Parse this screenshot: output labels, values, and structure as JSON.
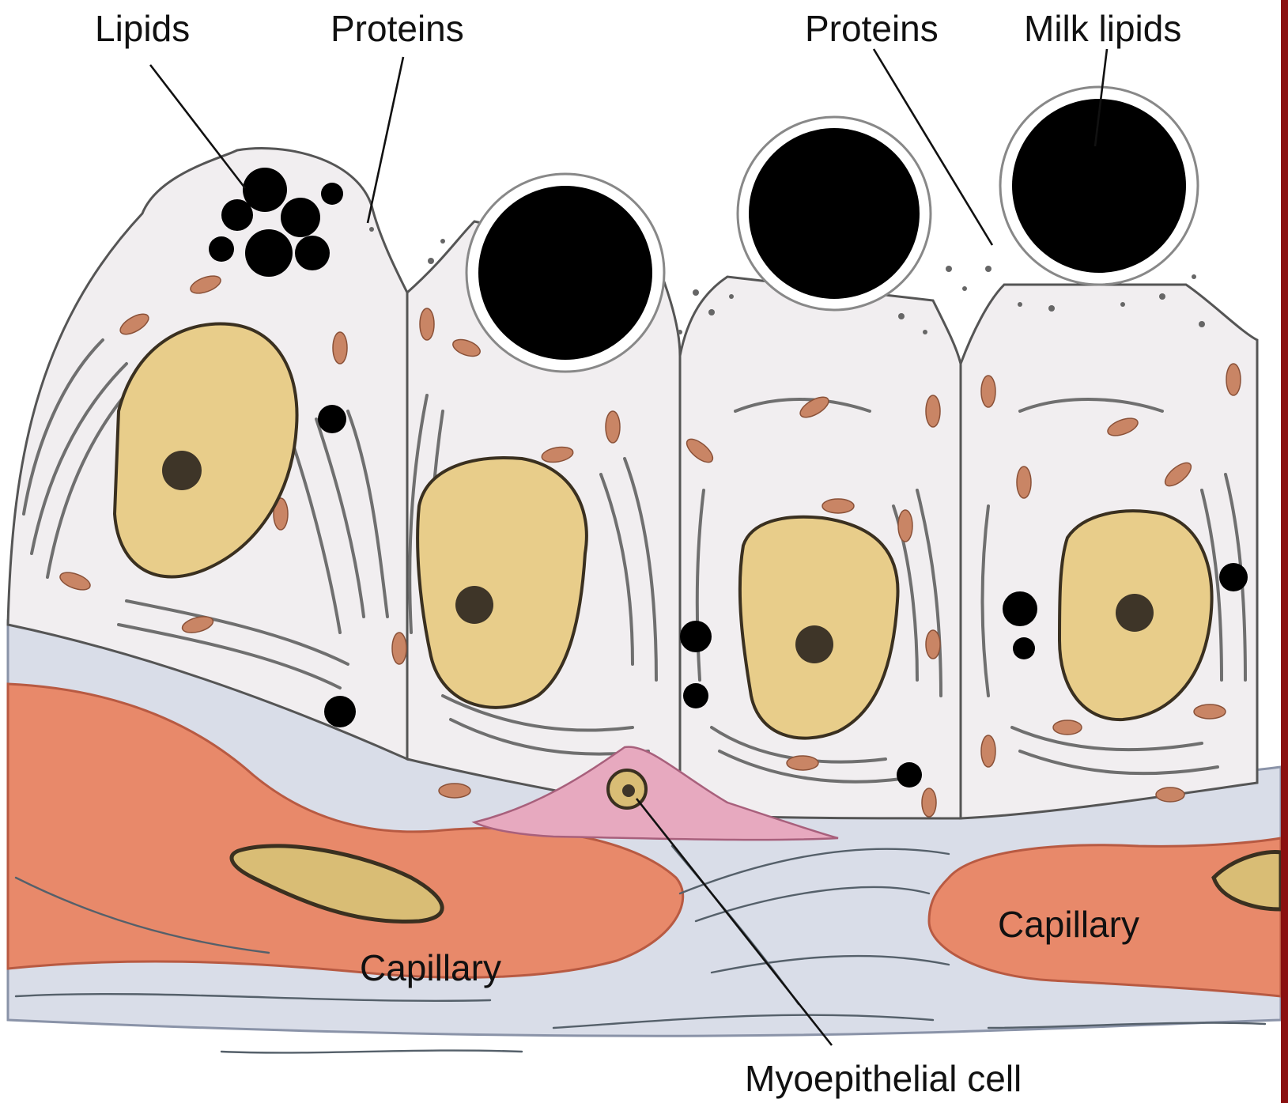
{
  "labels": {
    "lipids": "Lipids",
    "proteins_left": "Proteins",
    "proteins_right": "Proteins",
    "milk_lipids": "Milk lipids",
    "capillary_left": "Capillary",
    "capillary_right": "Capillary",
    "myoepithelial": "Myoepithelial cell"
  },
  "colors": {
    "background": "#ffffff",
    "cytoplasm": "#f1eeef",
    "nucleus": "#e8cd8a",
    "lipid": "#000000",
    "mitochondria": "#c98565",
    "capillary": "#e8896a",
    "myoepithelial": "#e7a9bf",
    "connective_tissue": "#d7dbe6"
  }
}
